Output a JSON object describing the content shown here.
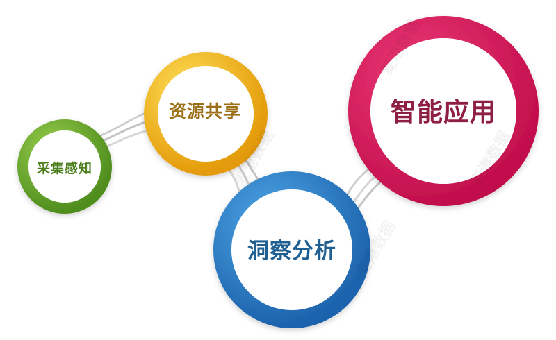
{
  "nodes": {
    "collect": {
      "label": "采集感知",
      "color": "#6fa82f",
      "text_color": "#4d7f1f"
    },
    "share": {
      "label": "资源共享",
      "color": "#efb812",
      "text_color": "#9a6f16"
    },
    "insight": {
      "label": "洞察分析",
      "color": "#2c83c9",
      "text_color": "#1f5f92"
    },
    "smart": {
      "label": "智能应用",
      "color": "#d81c5e",
      "text_color": "#8f1f42"
    }
  },
  "connector_color": "#c9c9c9",
  "watermark": "麦港数据"
}
